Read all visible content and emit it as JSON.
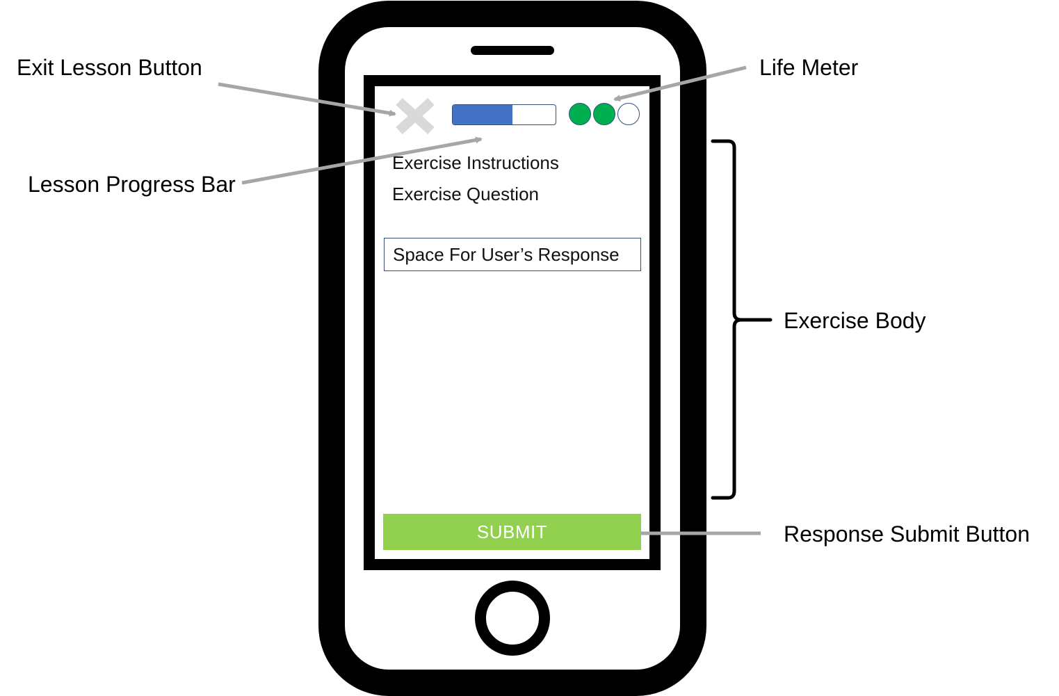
{
  "callouts": {
    "exit_lesson_button": "Exit Lesson Button",
    "life_meter": "Life Meter",
    "lesson_progress_bar": "Lesson Progress Bar",
    "exercise_body": "Exercise Body",
    "response_submit_button": "Response Submit Button"
  },
  "screen": {
    "exit_icon": "close-icon",
    "progress_value": 0.58,
    "lives": {
      "total": 3,
      "remaining": 2,
      "filled_color": "#00b050",
      "empty_color": "#ffffff"
    },
    "exercise_instructions": "Exercise Instructions",
    "exercise_question": "Exercise Question",
    "response_placeholder": "Space For User’s Response",
    "submit_label": "SUBMIT"
  },
  "colors": {
    "progress_fill": "#4472c4",
    "submit_bg": "#92d050",
    "exit_icon": "#d9d9d9",
    "callout_arrow": "#a6a6a6"
  }
}
